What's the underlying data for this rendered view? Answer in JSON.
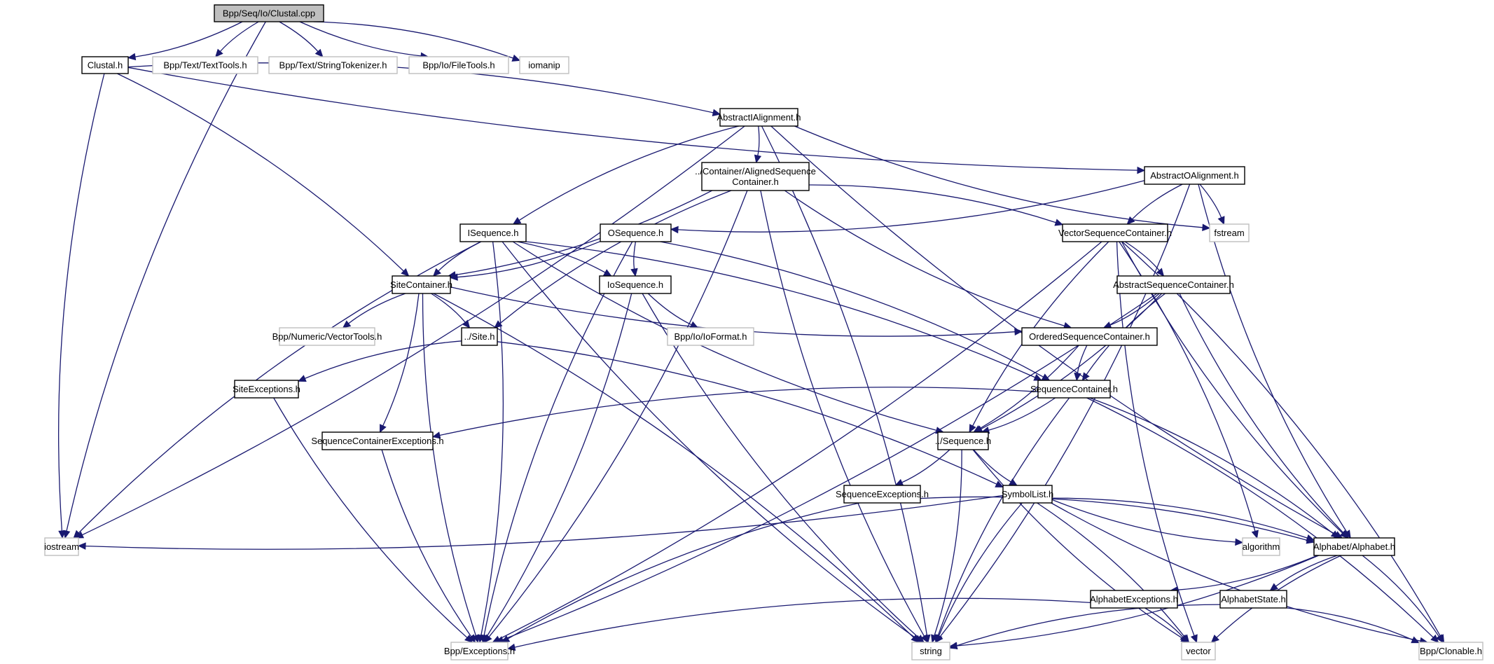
{
  "graph": {
    "type": "include-dependency-graph",
    "edge_color": "#191970",
    "root_fill": "#bfbfbf",
    "external_border": "#bfbfbf",
    "internal_border": "#000000",
    "nodes": [
      {
        "id": "clustal_cpp",
        "label": [
          "Bpp/Seq/Io/Clustal.cpp"
        ],
        "kind": "root"
      },
      {
        "id": "clustal_h",
        "label": [
          "Clustal.h"
        ],
        "kind": "internal"
      },
      {
        "id": "texttools",
        "label": [
          "Bpp/Text/TextTools.h"
        ],
        "kind": "external"
      },
      {
        "id": "stringtok",
        "label": [
          "Bpp/Text/StringTokenizer.h"
        ],
        "kind": "external"
      },
      {
        "id": "filetools",
        "label": [
          "Bpp/Io/FileTools.h"
        ],
        "kind": "external"
      },
      {
        "id": "iomanip",
        "label": [
          "iomanip"
        ],
        "kind": "external"
      },
      {
        "id": "absIalign",
        "label": [
          "AbstractIAlignment.h"
        ],
        "kind": "internal"
      },
      {
        "id": "alignedseqcont",
        "label": [
          "../Container/AlignedSequence",
          "Container.h"
        ],
        "kind": "internal"
      },
      {
        "id": "absOalign",
        "label": [
          "AbstractOAlignment.h"
        ],
        "kind": "internal"
      },
      {
        "id": "isequence",
        "label": [
          "ISequence.h"
        ],
        "kind": "internal"
      },
      {
        "id": "osequence",
        "label": [
          "OSequence.h"
        ],
        "kind": "internal"
      },
      {
        "id": "vecseqcont",
        "label": [
          "VectorSequenceContainer.h"
        ],
        "kind": "internal"
      },
      {
        "id": "fstream",
        "label": [
          "fstream"
        ],
        "kind": "external"
      },
      {
        "id": "sitecont",
        "label": [
          "SiteContainer.h"
        ],
        "kind": "internal"
      },
      {
        "id": "iosequence",
        "label": [
          "IoSequence.h"
        ],
        "kind": "internal"
      },
      {
        "id": "absseqcont",
        "label": [
          "AbstractSequenceContainer.h"
        ],
        "kind": "internal"
      },
      {
        "id": "vectortools",
        "label": [
          "Bpp/Numeric/VectorTools.h"
        ],
        "kind": "external"
      },
      {
        "id": "site",
        "label": [
          "../Site.h"
        ],
        "kind": "internal"
      },
      {
        "id": "ioformat",
        "label": [
          "Bpp/Io/IoFormat.h"
        ],
        "kind": "external"
      },
      {
        "id": "ordseqcont",
        "label": [
          "OrderedSequenceContainer.h"
        ],
        "kind": "internal"
      },
      {
        "id": "siteexc",
        "label": [
          "SiteExceptions.h"
        ],
        "kind": "internal"
      },
      {
        "id": "seqcont",
        "label": [
          "SequenceContainer.h"
        ],
        "kind": "internal"
      },
      {
        "id": "seqcontexc",
        "label": [
          "SequenceContainerExceptions.h"
        ],
        "kind": "internal"
      },
      {
        "id": "sequence",
        "label": [
          "../Sequence.h"
        ],
        "kind": "internal"
      },
      {
        "id": "seqexc",
        "label": [
          "SequenceExceptions.h"
        ],
        "kind": "internal"
      },
      {
        "id": "symbollist",
        "label": [
          "SymbolList.h"
        ],
        "kind": "internal"
      },
      {
        "id": "iostream",
        "label": [
          "iostream"
        ],
        "kind": "external"
      },
      {
        "id": "algorithm",
        "label": [
          "algorithm"
        ],
        "kind": "external"
      },
      {
        "id": "alphabet",
        "label": [
          "Alphabet/Alphabet.h"
        ],
        "kind": "internal"
      },
      {
        "id": "alphexc",
        "label": [
          "AlphabetExceptions.h"
        ],
        "kind": "internal"
      },
      {
        "id": "alphstate",
        "label": [
          "AlphabetState.h"
        ],
        "kind": "internal"
      },
      {
        "id": "exceptions",
        "label": [
          "Bpp/Exceptions.h"
        ],
        "kind": "external"
      },
      {
        "id": "string",
        "label": [
          "string"
        ],
        "kind": "external"
      },
      {
        "id": "vector",
        "label": [
          "vector"
        ],
        "kind": "external"
      },
      {
        "id": "clonable",
        "label": [
          "Bpp/Clonable.h"
        ],
        "kind": "external"
      }
    ],
    "edges": [
      [
        "clustal_cpp",
        "clustal_h"
      ],
      [
        "clustal_cpp",
        "texttools"
      ],
      [
        "clustal_cpp",
        "stringtok"
      ],
      [
        "clustal_cpp",
        "filetools"
      ],
      [
        "clustal_cpp",
        "iomanip"
      ],
      [
        "clustal_cpp",
        "iostream"
      ],
      [
        "clustal_h",
        "absIalign"
      ],
      [
        "clustal_h",
        "absOalign"
      ],
      [
        "clustal_h",
        "sitecont"
      ],
      [
        "clustal_h",
        "iostream"
      ],
      [
        "absIalign",
        "alignedseqcont"
      ],
      [
        "absIalign",
        "isequence"
      ],
      [
        "absIalign",
        "iostream"
      ],
      [
        "absIalign",
        "fstream"
      ],
      [
        "absIalign",
        "string"
      ],
      [
        "absIalign",
        "alphabet"
      ],
      [
        "alignedseqcont",
        "sitecont"
      ],
      [
        "alignedseqcont",
        "site"
      ],
      [
        "alignedseqcont",
        "vecseqcont"
      ],
      [
        "alignedseqcont",
        "ordseqcont"
      ],
      [
        "alignedseqcont",
        "exceptions"
      ],
      [
        "alignedseqcont",
        "string"
      ],
      [
        "absOalign",
        "osequence"
      ],
      [
        "absOalign",
        "vecseqcont"
      ],
      [
        "absOalign",
        "fstream"
      ],
      [
        "absOalign",
        "alphabet"
      ],
      [
        "absOalign",
        "string"
      ],
      [
        "isequence",
        "sitecont"
      ],
      [
        "isequence",
        "iosequence"
      ],
      [
        "isequence",
        "sequence"
      ],
      [
        "isequence",
        "seqcont"
      ],
      [
        "isequence",
        "iostream"
      ],
      [
        "isequence",
        "exceptions"
      ],
      [
        "isequence",
        "string"
      ],
      [
        "osequence",
        "sitecont"
      ],
      [
        "osequence",
        "iosequence"
      ],
      [
        "osequence",
        "seqcont"
      ],
      [
        "osequence",
        "exceptions"
      ],
      [
        "vecseqcont",
        "absseqcont"
      ],
      [
        "vecseqcont",
        "sequence"
      ],
      [
        "vecseqcont",
        "exceptions"
      ],
      [
        "vecseqcont",
        "alphabet"
      ],
      [
        "vecseqcont",
        "algorithm"
      ],
      [
        "vecseqcont",
        "vector"
      ],
      [
        "vecseqcont",
        "clonable"
      ],
      [
        "sitecont",
        "vectortools"
      ],
      [
        "sitecont",
        "site"
      ],
      [
        "sitecont",
        "ordseqcont"
      ],
      [
        "sitecont",
        "seqcontexc"
      ],
      [
        "sitecont",
        "exceptions"
      ],
      [
        "sitecont",
        "string"
      ],
      [
        "iosequence",
        "ioformat"
      ],
      [
        "iosequence",
        "exceptions"
      ],
      [
        "iosequence",
        "string"
      ],
      [
        "absseqcont",
        "ordseqcont"
      ],
      [
        "absseqcont",
        "seqcont"
      ],
      [
        "absseqcont",
        "sequence"
      ],
      [
        "absseqcont",
        "alphabet"
      ],
      [
        "absseqcont",
        "exceptions"
      ],
      [
        "site",
        "siteexc"
      ],
      [
        "site",
        "symbollist"
      ],
      [
        "ordseqcont",
        "seqcont"
      ],
      [
        "ordseqcont",
        "sequence"
      ],
      [
        "siteexc",
        "exceptions"
      ],
      [
        "seqcont",
        "sequence"
      ],
      [
        "seqcont",
        "seqcontexc"
      ],
      [
        "seqcont",
        "alphabet"
      ],
      [
        "seqcont",
        "string"
      ],
      [
        "seqcont",
        "clonable"
      ],
      [
        "seqcontexc",
        "exceptions"
      ],
      [
        "sequence",
        "seqexc"
      ],
      [
        "sequence",
        "symbollist"
      ],
      [
        "sequence",
        "string"
      ],
      [
        "sequence",
        "vector"
      ],
      [
        "seqexc",
        "alphabet"
      ],
      [
        "seqexc",
        "exceptions"
      ],
      [
        "symbollist",
        "iostream"
      ],
      [
        "symbollist",
        "algorithm"
      ],
      [
        "symbollist",
        "alphabet"
      ],
      [
        "symbollist",
        "string"
      ],
      [
        "symbollist",
        "vector"
      ],
      [
        "symbollist",
        "clonable"
      ],
      [
        "alphabet",
        "alphexc"
      ],
      [
        "alphabet",
        "alphstate"
      ],
      [
        "alphabet",
        "string"
      ],
      [
        "alphabet",
        "vector"
      ],
      [
        "alphabet",
        "clonable"
      ],
      [
        "alphexc",
        "exceptions"
      ],
      [
        "alphexc",
        "vector"
      ],
      [
        "alphstate",
        "string"
      ],
      [
        "alphstate",
        "clonable"
      ]
    ]
  }
}
